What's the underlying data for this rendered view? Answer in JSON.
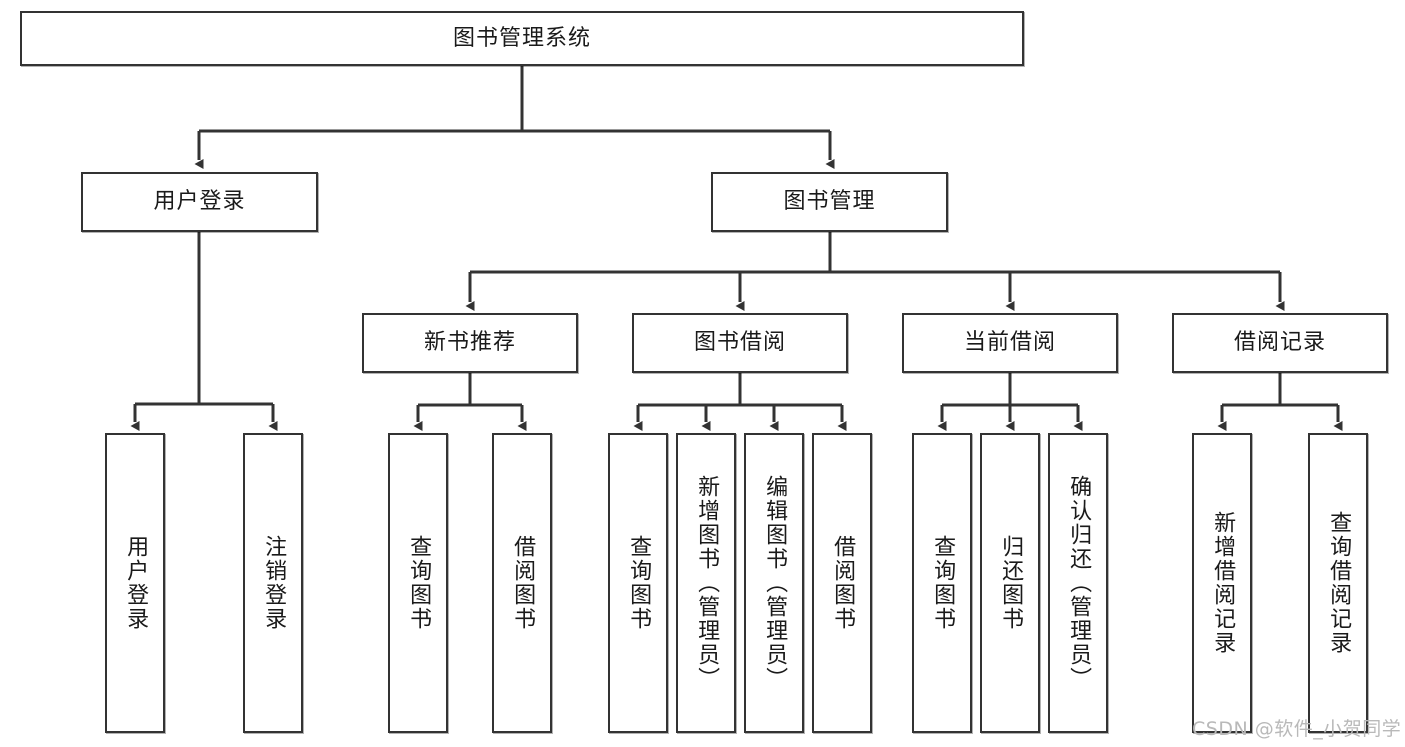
{
  "diagram": {
    "title": "图书管理系统",
    "watermark": "CSDN @软件_小贺同学",
    "line_color": "#333333",
    "box_fill": "#ffffff",
    "text_color": "#1a1a1a",
    "watermark_color": "#b9b9b9",
    "root": {
      "label": "图书管理系统"
    },
    "level2": [
      {
        "label": "用户登录"
      },
      {
        "label": "图书管理"
      }
    ],
    "level3": [
      {
        "label": "新书推荐"
      },
      {
        "label": "图书借阅"
      },
      {
        "label": "当前借阅"
      },
      {
        "label": "借阅记录"
      }
    ],
    "leaves": {
      "user_login": [
        {
          "label": "用户登录"
        },
        {
          "label": "注销登录"
        }
      ],
      "new_book_recommend": [
        {
          "label": "查询图书"
        },
        {
          "label": "借阅图书"
        }
      ],
      "book_borrow": [
        {
          "label": "查询图书"
        },
        {
          "label": "新增图书（管理员）"
        },
        {
          "label": "编辑图书（管理员）"
        },
        {
          "label": "借阅图书"
        }
      ],
      "current_borrow": [
        {
          "label": "查询图书"
        },
        {
          "label": "归还图书"
        },
        {
          "label": "确认归还（管理员）"
        }
      ],
      "borrow_record": [
        {
          "label": "新增借阅记录"
        },
        {
          "label": "查询借阅记录"
        }
      ]
    }
  }
}
